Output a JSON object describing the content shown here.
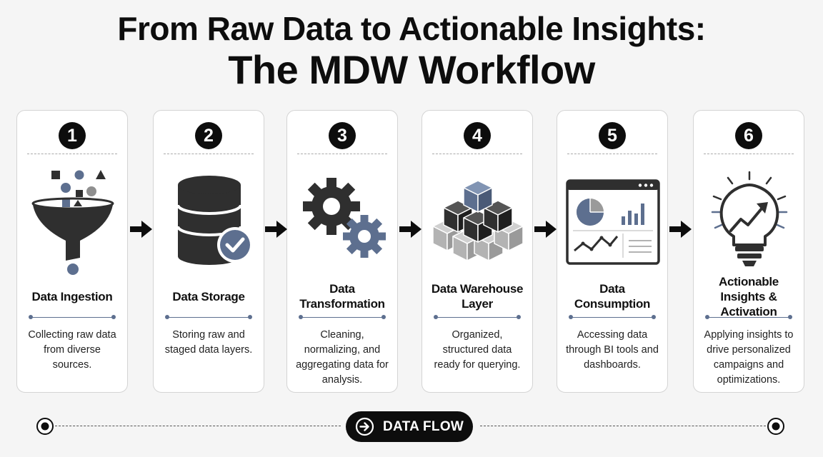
{
  "title": {
    "line1": "From Raw Data to Actionable Insights:",
    "line2": "The MDW Workflow"
  },
  "colors": {
    "dark": "#2f2f2f",
    "slate": "#5d6f8f",
    "gray": "#b3b3b3",
    "border": "#d4d4d4",
    "background": "#f5f5f5"
  },
  "steps": [
    {
      "number": "1",
      "title": "Data Ingestion",
      "description": "Collecting raw data from diverse sources.",
      "icon": "funnel-icon"
    },
    {
      "number": "2",
      "title": "Data Storage",
      "description": "Storing raw and staged data layers.",
      "icon": "database-icon"
    },
    {
      "number": "3",
      "title": "Data Transformation",
      "description": "Cleaning, normalizing, and aggregating data for analysis.",
      "icon": "gears-icon"
    },
    {
      "number": "4",
      "title": "Data Warehouse Layer",
      "description": "Organized, structured data ready for querying.",
      "icon": "cubes-icon"
    },
    {
      "number": "5",
      "title": "Data Consumption",
      "description": "Accessing data through BI tools and dashboards.",
      "icon": "dashboard-icon"
    },
    {
      "number": "6",
      "title": "Actionable Insights & Activation",
      "description": "Applying insights to drive personalized campaigns and optimizations.",
      "icon": "lightbulb-icon"
    }
  ],
  "flow": {
    "label": "DATA FLOW",
    "icon": "arrow-right-circle-icon"
  }
}
